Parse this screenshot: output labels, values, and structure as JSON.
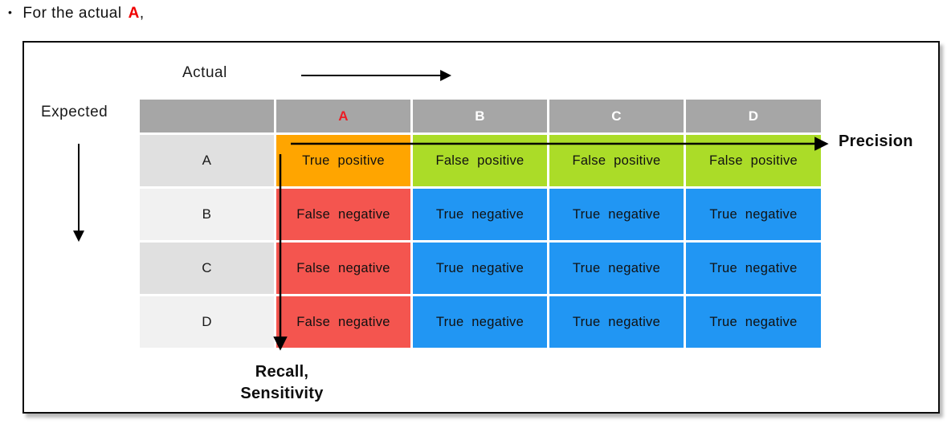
{
  "title": {
    "bullet": "•",
    "prefix": "For the actual",
    "highlight": "A",
    "suffix": ","
  },
  "axes": {
    "actual_label": "Actual",
    "expected_label": "Expected"
  },
  "metrics": {
    "precision_label": "Precision",
    "recall_line1": "Recall,",
    "recall_line2": "Sensitivity"
  },
  "matrix": {
    "column_headers": [
      "",
      "A",
      "B",
      "C",
      "D"
    ],
    "highlighted_column": "A",
    "row_headers": [
      "A",
      "B",
      "C",
      "D"
    ],
    "cells": [
      [
        "True positive",
        "False positive",
        "False positive",
        "False positive"
      ],
      [
        "False negative",
        "True negative",
        "True negative",
        "True negative"
      ],
      [
        "False negative",
        "True negative",
        "True negative",
        "True negative"
      ],
      [
        "False negative",
        "True negative",
        "True negative",
        "True negative"
      ]
    ]
  },
  "colors": {
    "header_gray": "#a6a6a6",
    "header_highlight_red": "#ed1c24",
    "title_highlight_red": "#f00000",
    "true_positive_orange": "#ffa500",
    "false_positive_green": "#abdc28",
    "false_negative_red": "#f4554f",
    "true_negative_blue": "#2196f3",
    "row_label_dark": "#e0e0e0",
    "row_label_light": "#f1f1f1",
    "arrow_black": "#000000"
  }
}
